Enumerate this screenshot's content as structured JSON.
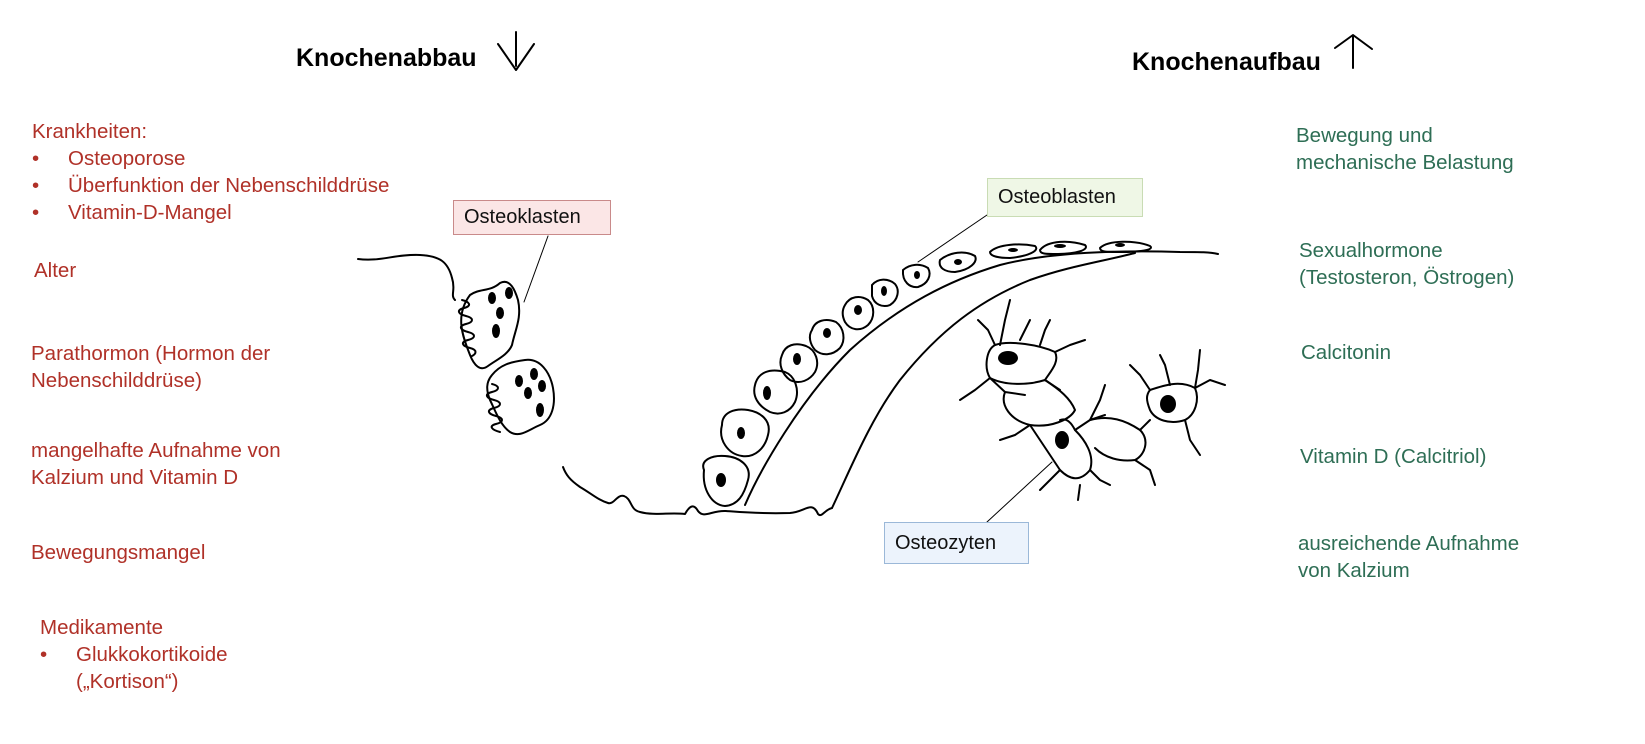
{
  "headings": {
    "left": "Knochenabbau",
    "left_arrow": "arrow-down",
    "right": "Knochenaufbau",
    "right_arrow": "arrow-up"
  },
  "colors": {
    "left_text": "#b03128",
    "right_text": "#2e6e55",
    "osteoklasten_fill": "#fbe6e6",
    "osteoklasten_border": "#c98a8a",
    "osteoblasten_fill": "#eff7e6",
    "osteoblasten_border": "#c9dcb4",
    "osteozyten_fill": "#ecf3fc",
    "osteozyten_border": "#9bb8d8"
  },
  "left": {
    "krankheiten": {
      "title": "Krankheiten:",
      "items": [
        "Osteoporose",
        "Überfunktion der Nebenschilddrüse",
        "Vitamin-D-Mangel"
      ]
    },
    "alter": "Alter",
    "parathormon": [
      "Parathormon (Hormon der",
      "Nebenschilddrüse)"
    ],
    "aufnahme": [
      "mangelhafte Aufnahme von",
      "Kalzium und Vitamin D"
    ],
    "bewegungsmangel": "Bewegungsmangel",
    "medikamente": {
      "title": "Medikamente",
      "items": [
        [
          "Glukkokortikoide",
          "(„Kortison“)"
        ]
      ]
    },
    "bullet": "•"
  },
  "right": {
    "bewegung": [
      "Bewegung und",
      "mechanische Belastung"
    ],
    "sexualhormone": [
      "Sexualhormone",
      "(Testosteron, Östrogen)"
    ],
    "calcitonin": "Calcitonin",
    "vitamin_d": "Vitamin D (Calcitriol)",
    "kalzium": [
      "ausreichende Aufnahme",
      "von Kalzium"
    ]
  },
  "labels": {
    "osteoklasten": "Osteoklasten",
    "osteoblasten": "Osteoblasten",
    "osteozyten": "Osteozyten"
  }
}
